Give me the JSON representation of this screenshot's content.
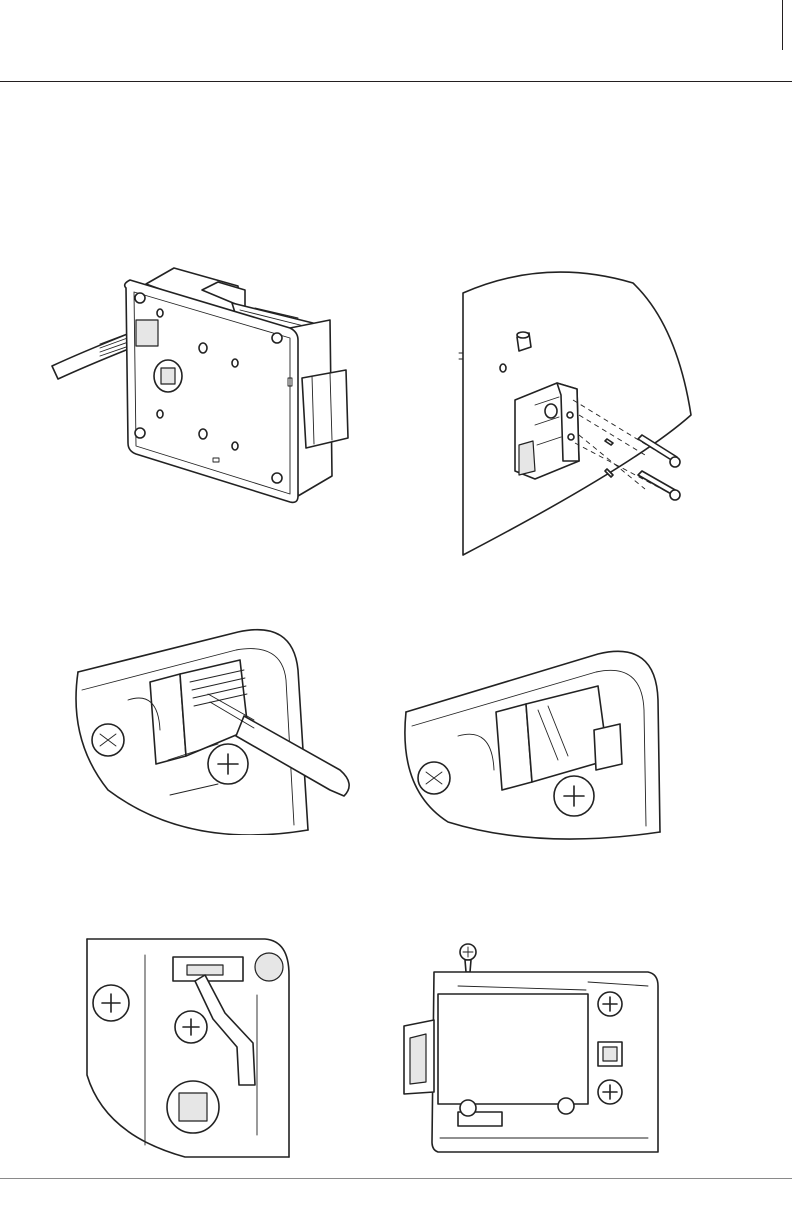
{
  "page": {
    "background": "#ffffff",
    "line_color": "#231f20"
  },
  "figures": [
    {
      "id": "lock-body-with-cable",
      "icon": "lock-module-isometric"
    },
    {
      "id": "mounting-on-panel",
      "icon": "panel-mount-screws"
    },
    {
      "id": "cable-plugged-detail",
      "icon": "connector-cable-closeup"
    },
    {
      "id": "cable-removed-detail",
      "icon": "connector-empty-closeup"
    },
    {
      "id": "cable-routing-detail",
      "icon": "cable-routing-closeup"
    },
    {
      "id": "cover-screw-detail",
      "icon": "cover-screw-assembly"
    }
  ]
}
